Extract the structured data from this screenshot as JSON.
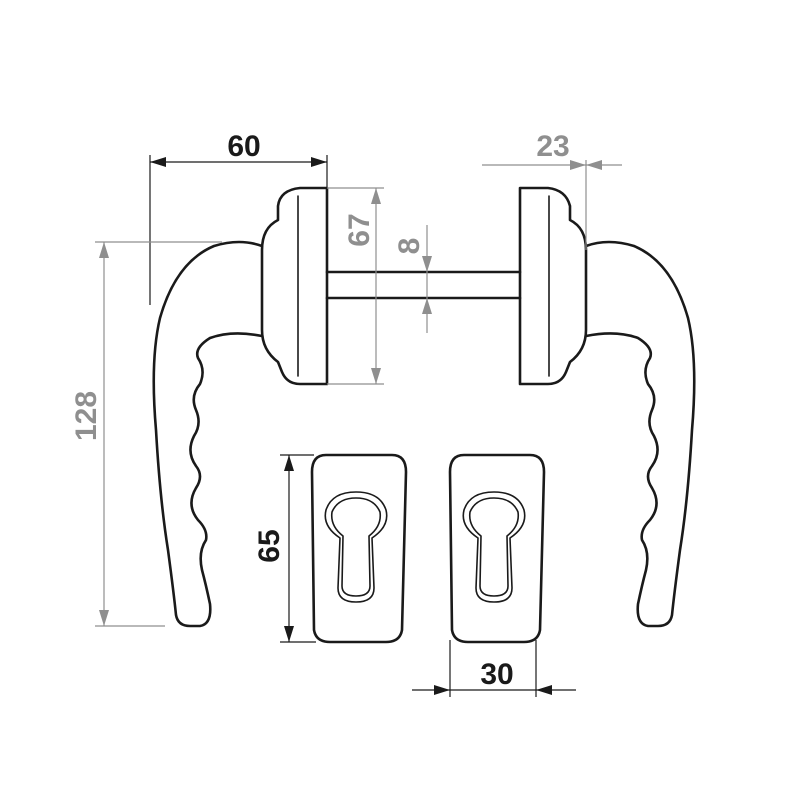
{
  "dimensions": {
    "width_60": "60",
    "rose_width_23": "23",
    "rose_height_67": "67",
    "spindle_8": "8",
    "handle_height_128": "128",
    "escutcheon_height_65": "65",
    "escutcheon_width_30": "30"
  },
  "colors": {
    "ink": "#1a1a1a",
    "dimension_dark": "#1a1a1a",
    "dimension_gray": "#8f8f8f",
    "background": "#ffffff"
  }
}
